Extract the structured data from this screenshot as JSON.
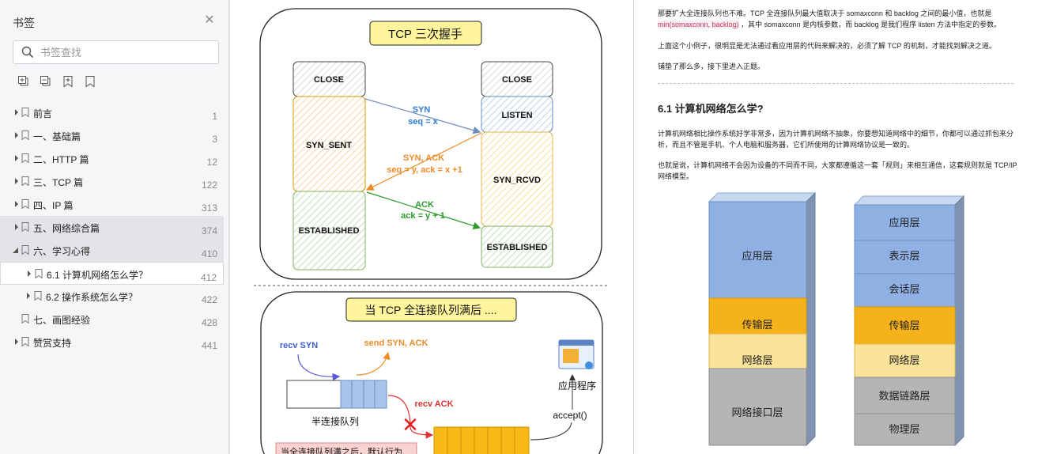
{
  "sidebar": {
    "title": "书签",
    "search_placeholder": "书签查找",
    "items": [
      {
        "label": "前言",
        "page": "1"
      },
      {
        "label": "一、基础篇",
        "page": "3"
      },
      {
        "label": "二、HTTP 篇",
        "page": "12"
      },
      {
        "label": "三、TCP 篇",
        "page": "122"
      },
      {
        "label": "四、IP 篇",
        "page": "313"
      },
      {
        "label": "五、网络综合篇",
        "page": "374"
      },
      {
        "label": "六、学习心得",
        "page": "410"
      },
      {
        "label": "6.1 计算机网络怎么学？",
        "page": "412"
      },
      {
        "label": "6.2 操作系统怎么学？",
        "page": "422"
      },
      {
        "label": "七、画图经验",
        "page": "428"
      },
      {
        "label": "赞赏支持",
        "page": "441"
      }
    ]
  },
  "handshake": {
    "title": "TCP 三次握手",
    "client_close": "CLOSE",
    "server_close": "CLOSE",
    "syn_sent": "SYN_SENT",
    "listen": "LISTEN",
    "syn_rcvd": "SYN_RCVD",
    "est_client": "ESTABLISHED",
    "est_server": "ESTABLISHED",
    "syn_label": "SYN",
    "syn_seq": "seq = x",
    "synack_label": "SYN, ACK",
    "synack_seq": "seq = y, ack = x +1",
    "ack_label": "ACK",
    "ack_seq": "ack = y + 1"
  },
  "queue": {
    "title": "当 TCP 全连接队列满后 ....",
    "recv_syn": "recv SYN",
    "send_synack": "send SYN, ACK",
    "recv_ack": "recv ACK",
    "half_queue": "半连接队列",
    "app": "应用程序",
    "accept": "accept()",
    "note": "当全连接队列满之后，默认行为"
  },
  "article": {
    "p1a": "那要扩大全连接队列也不难。TCP 全连接队列最大值取决于 somaxconn 和 backlog 之间的最小值，也就是",
    "code": "min(somaxconn, backlog)",
    "p1b": "，其中 somaxconn 是内核参数，而 backlog 是我们程序 listen 方法中指定的参数。",
    "p2": "上面这个小例子，很明显是无法通过看应用层的代码来解决的，必须了解 TCP 的机制，才能找到解决之道。",
    "p3": "铺垫了那么多，接下里进入正题。",
    "heading": "6.1 计算机网络怎么学?",
    "p4": "计算机网络相比操作系统好学非常多，因为计算机网络不抽象，你要想知道网络中的细节，你都可以通过抓包来分析，而且不管是手机、个人电脑和服务器，它们所使用的计算网络协议是一致的。",
    "p5": "也就是说，计算机网络不会因为设备的不同而不同，大家都遵循这一套「规则」来相互通信，这套规则就是 TCP/IP 网络模型。"
  },
  "model": {
    "tcpip": [
      "应用层",
      "传输层",
      "网络层",
      "网络接口层"
    ],
    "osi": [
      "应用层",
      "表示层",
      "会话层",
      "传输层",
      "网络层",
      "数据链路层",
      "物理层"
    ]
  }
}
